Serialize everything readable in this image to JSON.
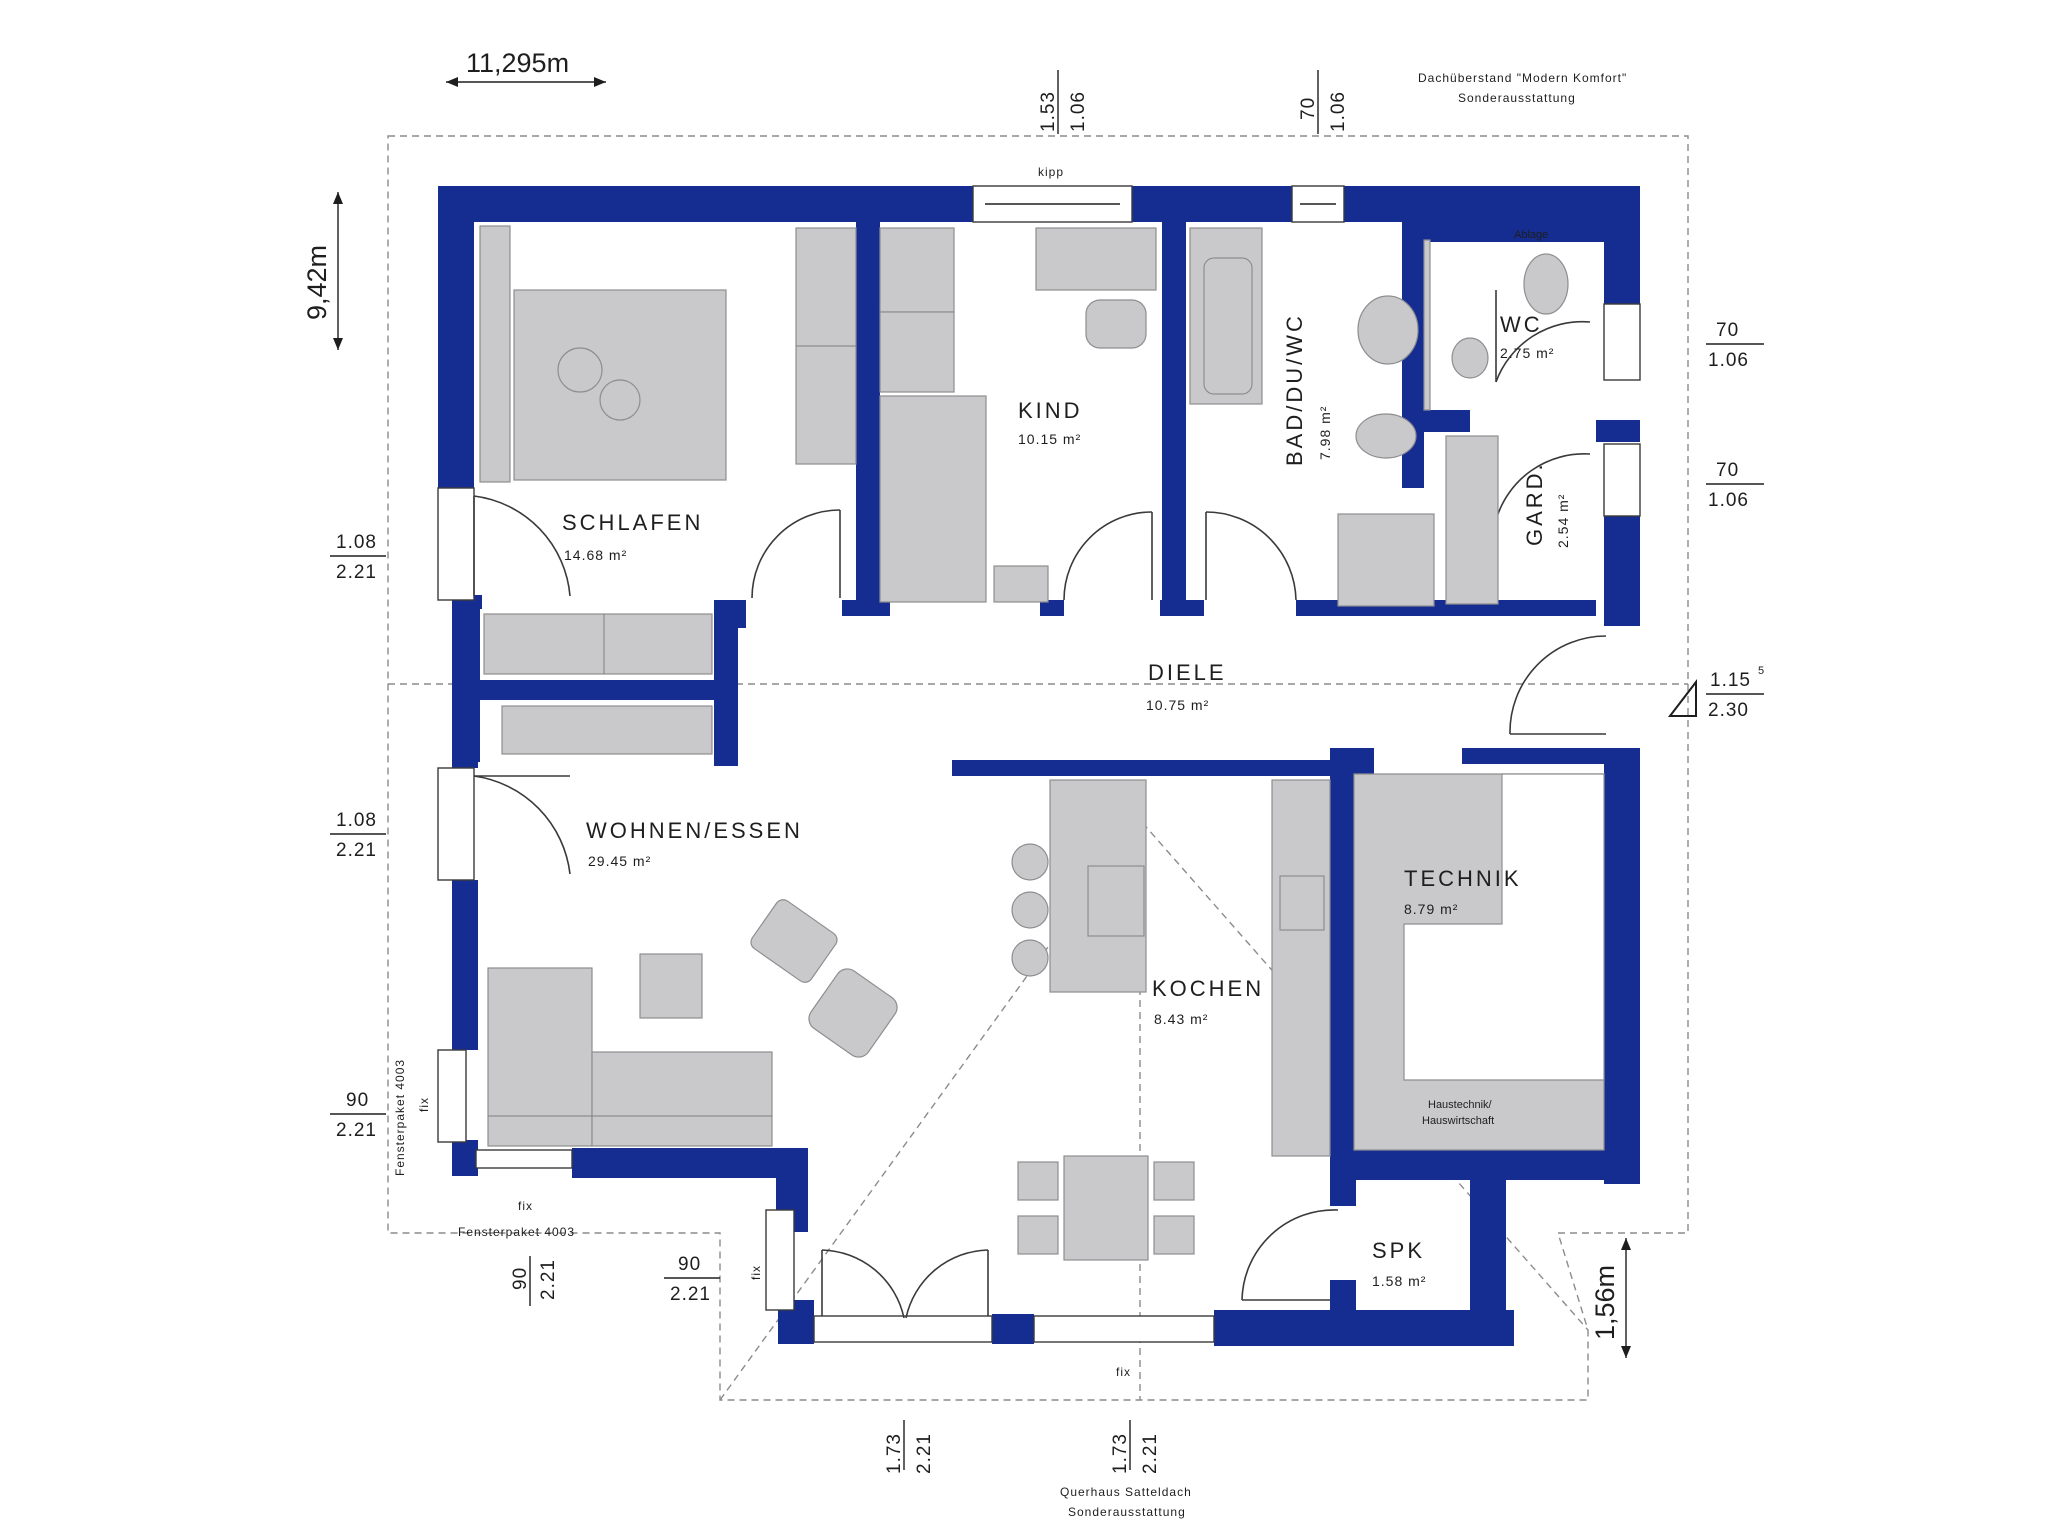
{
  "top_dimension": {
    "value": "11,295m"
  },
  "left_dimension": {
    "value": "9,42m"
  },
  "right_dimension": {
    "value": "1,56m"
  },
  "notes": {
    "roof_top_line1": "Dachüberstand \"Modern Komfort\"",
    "roof_top_line2": "Sonderausstattung",
    "roof_bottom_line1": "Querhaus Satteldach",
    "roof_bottom_line2": "Sonderausstattung",
    "window_package_left": "Fensterpaket 4003",
    "window_package_bottom": "Fensterpaket 4003",
    "haustechnik_line1": "Haustechnik/",
    "haustechnik_line2": "Hauswirtschaft",
    "ablage": "Ablage",
    "fix": "fix",
    "kipp": "kipp"
  },
  "rooms": {
    "schlafen": {
      "label": "SCHLAFEN",
      "area": "14.68 m²"
    },
    "kind": {
      "label": "KIND",
      "area": "10.15 m²"
    },
    "bad": {
      "label": "BAD/DU/WC",
      "area": "7.98 m²"
    },
    "wc": {
      "label": "WC",
      "area": "2.75 m²"
    },
    "gard": {
      "label": "GARD.",
      "area": "2.54 m²"
    },
    "diele": {
      "label": "DIELE",
      "area": "10.75 m²"
    },
    "wohnen": {
      "label": "WOHNEN/ESSEN",
      "area": "29.45 m²"
    },
    "kochen": {
      "label": "KOCHEN",
      "area": "8.43 m²"
    },
    "technik": {
      "label": "TECHNIK",
      "area": "8.79 m²"
    },
    "spk": {
      "label": "SPK",
      "area": "1.58 m²"
    }
  },
  "window_dims": {
    "top_kind": {
      "top": "1.53",
      "bottom": "1.06"
    },
    "top_bad": {
      "top": "70",
      "bottom": "1.06"
    },
    "right_wc": {
      "top": "70",
      "bottom": "1.06"
    },
    "right_gard": {
      "top": "70",
      "bottom": "1.06"
    },
    "entry": {
      "top": "1.15",
      "sup": "5",
      "bottom": "2.30"
    },
    "left_schlafen": {
      "top": "1.08",
      "bottom": "2.21"
    },
    "left_wohnen": {
      "top": "1.08",
      "bottom": "2.21"
    },
    "left_lower": {
      "top": "90",
      "bottom": "2.21"
    },
    "bottom_left_vertical": {
      "top": "90",
      "bottom": "2.21"
    },
    "bay_left": {
      "top": "90",
      "bottom": "2.21"
    },
    "bottom_bay_1": {
      "top": "1.73",
      "bottom": "2.21"
    },
    "bottom_bay_2": {
      "top": "1.73",
      "bottom": "2.21"
    }
  },
  "colors": {
    "wall": "#152c91",
    "furniture": "#c9c9cb"
  }
}
